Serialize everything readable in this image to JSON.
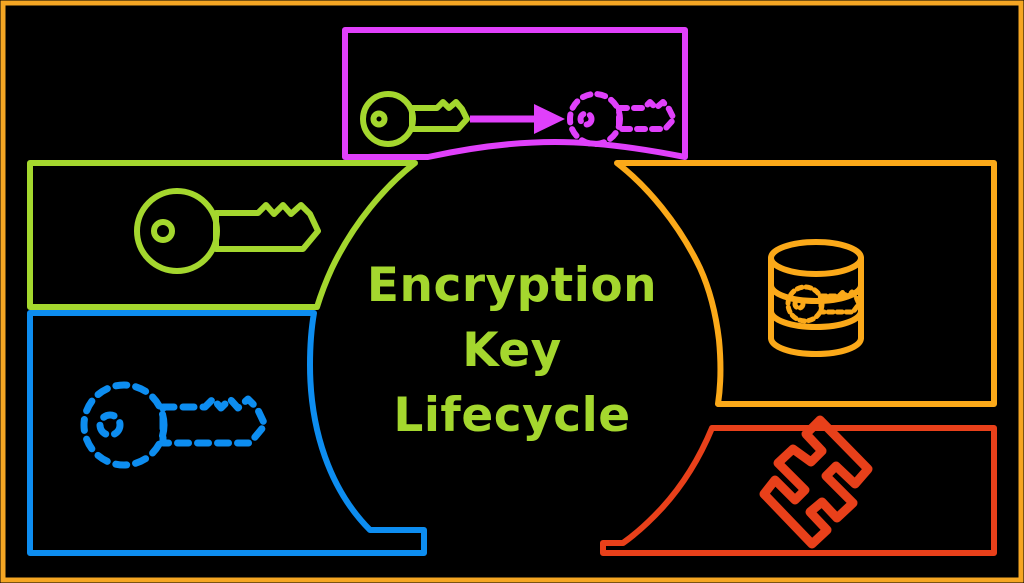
{
  "diagram": {
    "title_lines": [
      "Encryption",
      "Key",
      "Lifecycle"
    ],
    "hub_label": "Encryption Key Lifecycle",
    "colors": {
      "background": "#000000",
      "outer_border": "#F5A623",
      "generation": "#A4D72E",
      "rotation": "#E040FB",
      "storage": "#FBA919",
      "destruction": "#E8401A",
      "distribution": "#0D8DF0",
      "hub_text": "#A4D72E"
    },
    "panels": [
      {
        "id": "rotation",
        "name": "rotation-panel",
        "color": "#E040FB",
        "icon": "key-to-dashed-key-arrow-icon",
        "position": "top-center"
      },
      {
        "id": "generation",
        "name": "generation-panel",
        "color": "#A4D72E",
        "icon": "solid-key-icon",
        "position": "left-upper"
      },
      {
        "id": "distribution",
        "name": "distribution-panel",
        "color": "#0D8DF0",
        "icon": "dashed-key-icon",
        "position": "left-lower"
      },
      {
        "id": "storage",
        "name": "storage-panel",
        "color": "#FBA919",
        "icon": "database-with-key-icon",
        "position": "right-upper"
      },
      {
        "id": "destruction",
        "name": "destruction-panel",
        "color": "#E8401A",
        "icon": "x-cross-icon",
        "position": "right-lower"
      }
    ]
  }
}
